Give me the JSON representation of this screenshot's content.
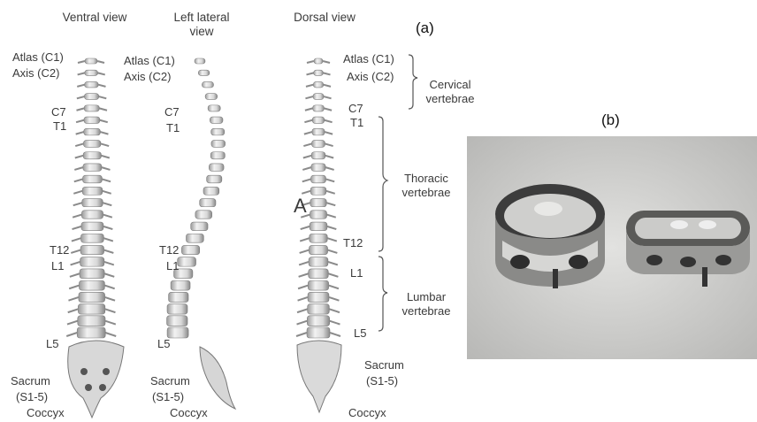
{
  "panel_a": {
    "tag": "(a)",
    "views": {
      "ventral": "Ventral view",
      "lateral_line1": "Left lateral",
      "lateral_line2": "view",
      "dorsal": "Dorsal view"
    },
    "ventral": {
      "atlas": "Atlas (C1)",
      "axis": "Axis (C2)",
      "c7": "C7",
      "t1": "T1",
      "t12": "T12",
      "l1": "L1",
      "l5": "L5",
      "sacrum": "Sacrum",
      "sacrum_sub": "(S1-5)",
      "coccyx": "Coccyx"
    },
    "lateral": {
      "atlas": "Atlas (C1)",
      "axis": "Axis (C2)",
      "c7": "C7",
      "t1": "T1",
      "t12": "T12",
      "l1": "L1",
      "l5": "L5",
      "sacrum": "Sacrum",
      "sacrum_sub": "(S1-5)",
      "coccyx": "Coccyx"
    },
    "dorsal": {
      "atlas": "Atlas (C1)",
      "axis": "Axis (C2)",
      "c7": "C7",
      "t1": "T1",
      "t12": "T12",
      "l1": "L1",
      "l5": "L5",
      "sacrum": "Sacrum",
      "sacrum_sub": "(S1-5)",
      "coccyx": "Coccyx",
      "marker": "A"
    },
    "regions": {
      "cervical_1": "Cervical",
      "cervical_2": "vertebrae",
      "thoracic_1": "Thoracic",
      "thoracic_2": "vertebrae",
      "lumbar_1": "Lumbar",
      "lumbar_2": "vertebrae"
    },
    "colors": {
      "bone": "#e4e4e4",
      "bone_shadow": "#8a8a8a"
    }
  },
  "panel_b": {
    "tag": "(b)",
    "photo_description_icon": "titanium-cage-implants-photo",
    "colors": {
      "background": "#d4d4d2",
      "metal": "#6e6e6e"
    }
  }
}
